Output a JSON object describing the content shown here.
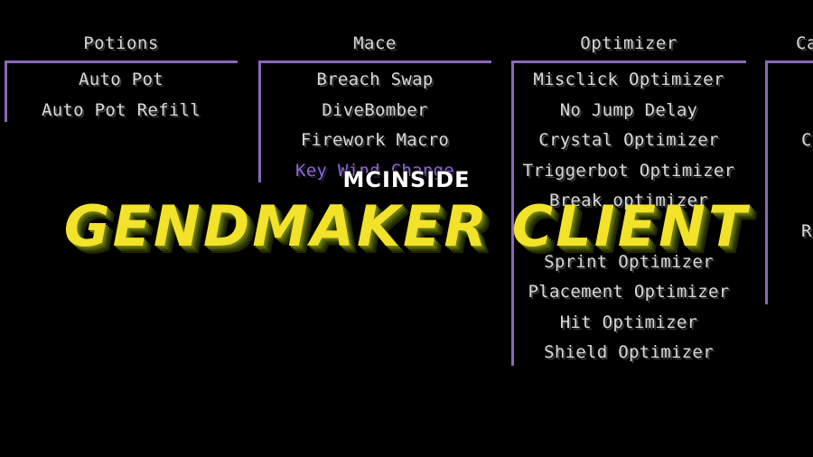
{
  "columns": [
    {
      "title": "Potions",
      "items": [
        {
          "label": "Auto Pot"
        },
        {
          "label": "Auto Pot Refill"
        }
      ]
    },
    {
      "title": "Mace",
      "items": [
        {
          "label": "Breach Swap"
        },
        {
          "label": "DiveBomber"
        },
        {
          "label": "Firework Macro"
        },
        {
          "label": "Key Wind Change",
          "active": true
        }
      ]
    },
    {
      "title": "Optimizer",
      "items": [
        {
          "label": "Misclick Optimizer"
        },
        {
          "label": "No Jump Delay"
        },
        {
          "label": "Crystal Optimizer"
        },
        {
          "label": "Triggerbot Optimizer"
        },
        {
          "label": "Break optimizer"
        },
        {
          "label": ""
        },
        {
          "label": "Sprint Optimizer"
        },
        {
          "label": "Placement Optimizer"
        },
        {
          "label": "Hit Optimizer"
        },
        {
          "label": "Shield Optimizer"
        }
      ]
    },
    {
      "title": "Ca",
      "items": [
        {
          "label": ""
        },
        {
          "label": ""
        },
        {
          "label": "C"
        },
        {
          "label": ""
        },
        {
          "label": ""
        },
        {
          "label": "R"
        }
      ]
    }
  ],
  "overlay": {
    "brand": "MCINSIDE",
    "title": "GENDMAKER CLIENT"
  },
  "colors": {
    "accent": "#8a68b8",
    "active_text": "#8a68d0",
    "text": "#d9d9d9",
    "title_yellow": "#f2e22a"
  }
}
